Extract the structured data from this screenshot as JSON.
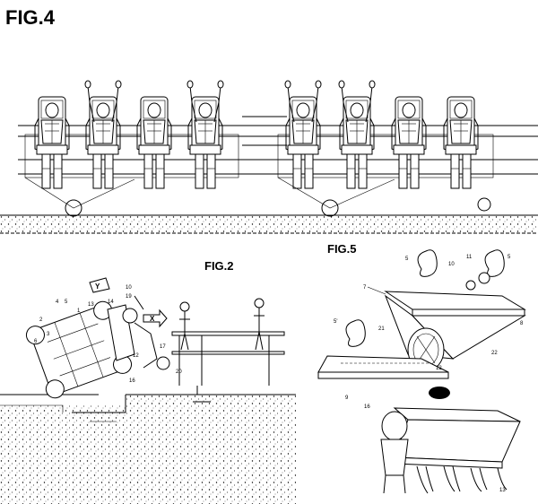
{
  "figures": {
    "fig4": {
      "label": "FIG.4"
    },
    "fig2": {
      "label": "FIG.2",
      "arrow_y": "Y",
      "arrow_x": "X",
      "refs": [
        "1",
        "2",
        "3",
        "4",
        "5",
        "6",
        "10",
        "12",
        "13",
        "14",
        "16",
        "17",
        "19",
        "20"
      ]
    },
    "fig5": {
      "label": "FIG.5",
      "refs": [
        "5",
        "5",
        "5'",
        "7",
        "8",
        "9",
        "10",
        "11",
        "12",
        "13",
        "16",
        "21",
        "22"
      ]
    }
  },
  "colors": {
    "ink": "#000000",
    "paper": "#ffffff"
  }
}
